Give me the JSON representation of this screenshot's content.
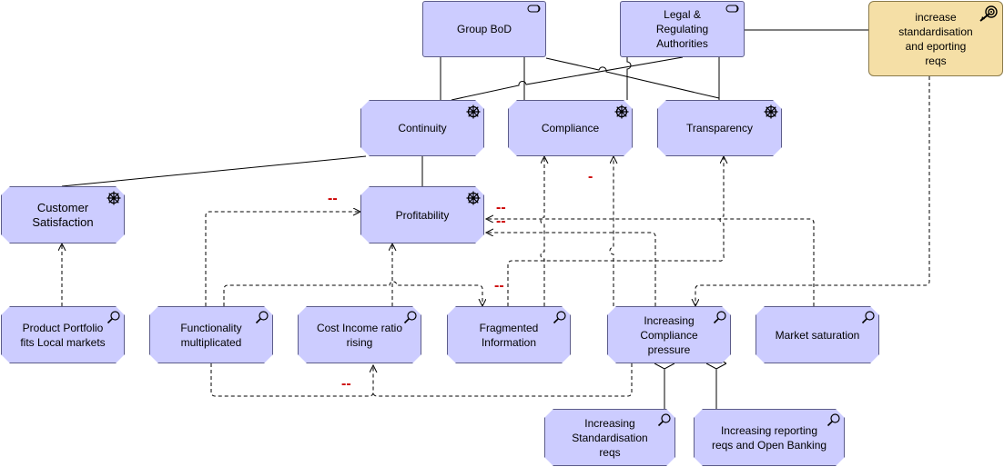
{
  "nodes": {
    "group_bod": {
      "label": "Group BoD",
      "type": "stakeholder"
    },
    "legal_reg": {
      "label": "Legal &\nRegulating\nAuthorities",
      "type": "stakeholder"
    },
    "increase_std": {
      "label": "increase\nstandardisation\nand eporting\nreqs",
      "type": "goal"
    },
    "continuity": {
      "label": "Continuity",
      "type": "driver"
    },
    "compliance": {
      "label": "Compliance",
      "type": "driver"
    },
    "transparency": {
      "label": "Transparency",
      "type": "driver"
    },
    "customer_sat": {
      "label": "Customer\nSatisfaction",
      "type": "driver"
    },
    "profitability": {
      "label": "Profitability",
      "type": "driver"
    },
    "product_portfolio": {
      "label": "Product Portfolio\nfits Local markets",
      "type": "assessment"
    },
    "functionality": {
      "label": "Functionality\nmultiplicated",
      "type": "assessment"
    },
    "cost_income": {
      "label": "Cost Income ratio\nrising",
      "type": "assessment"
    },
    "fragmented": {
      "label": "Fragmented\nInformation",
      "type": "assessment"
    },
    "inc_compliance": {
      "label": "Increasing\nCompliance\npressure",
      "type": "assessment"
    },
    "market_sat": {
      "label": "Market saturation",
      "type": "assessment"
    },
    "inc_std_reqs": {
      "label": "Increasing\nStandardisation\nreqs",
      "type": "assessment"
    },
    "inc_reporting": {
      "label": "Increasing reporting\nreqs and Open Banking",
      "type": "assessment"
    }
  },
  "influence_marks": {
    "profitability_left": "--",
    "profitability_right_top": "--",
    "profitability_right_bottom": "--",
    "compliance_below": "-",
    "fragmented": "--",
    "cost_income_bottom": "--"
  },
  "colors": {
    "motivation_fill": "#ccccff",
    "goal_fill": "#f5dfa6",
    "influence_mark": "#cc0000",
    "line": "#000000"
  },
  "icons": {
    "stakeholder": "cylinder-icon",
    "driver": "driver-wheel-icon",
    "assessment": "magnifier-icon",
    "goal": "target-icon"
  }
}
